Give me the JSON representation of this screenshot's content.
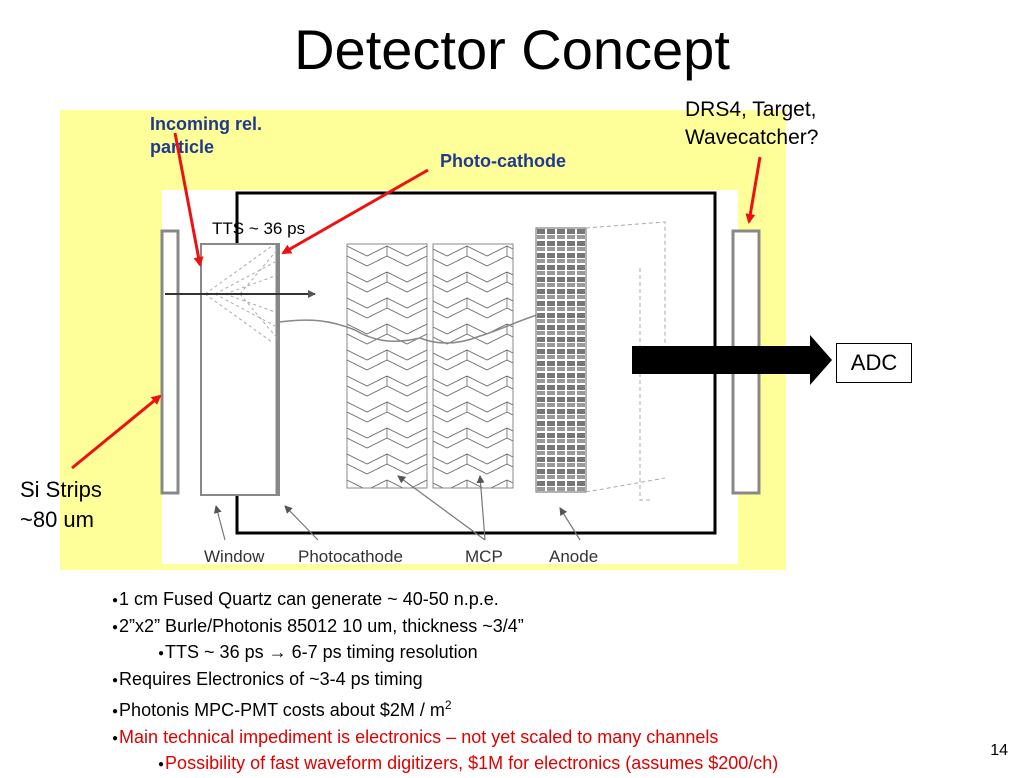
{
  "slide": {
    "title": "Detector Concept",
    "page_number": "14"
  },
  "diagram": {
    "label_incoming_line1": "Incoming rel.",
    "label_incoming_line2": "particle",
    "label_photocathode_top": "Photo-cathode",
    "caption_window": "Window",
    "caption_photocathode": "Photocathode",
    "caption_mcp": "MCP",
    "caption_anode": "Anode",
    "colors": {
      "background": "#ffff99",
      "label_blue": "#1f3a8f",
      "red_arrow": "#ee1111"
    }
  },
  "annotations": {
    "drs_line1": "DRS4, Target,",
    "drs_line2": "Wavecatcher?",
    "adc": "ADC",
    "si_line1": "Si Strips",
    "si_line2": "~80 um",
    "tts": "TTS ~ 36 ps"
  },
  "bullets": [
    {
      "text": "1 cm Fused Quartz can generate ~ 40-50 n.p.e."
    },
    {
      "text": "2”x2” Burle/Photonis 85012 10 um, thickness ~3/4”"
    },
    {
      "text": "TTS ~ 36 ps → 6-7 ps timing resolution"
    },
    {
      "text": "Requires Electronics of ~3-4 ps timing"
    },
    {
      "text": "Photonis MPC-PMT costs about $2M / m",
      "sup": "2"
    },
    {
      "text": "Main technical impediment is electronics – not yet scaled to many channels"
    },
    {
      "text": "Possibility of fast waveform digitizers, $1M for electronics (assumes $200/ch)"
    }
  ]
}
